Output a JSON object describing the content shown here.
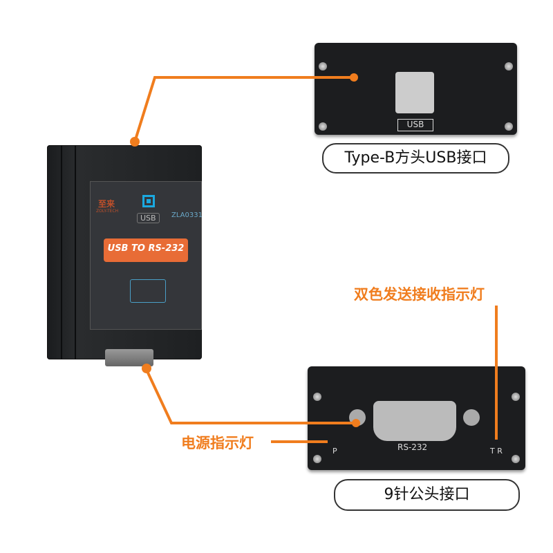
{
  "device": {
    "brand_cn": "至来",
    "brand_en": "ZOLY-TECH",
    "usb_label": "USB",
    "model": "ZLA0331",
    "banner": "USB TO RS-232"
  },
  "usb_panel": {
    "port_label": "USB"
  },
  "db9_panel": {
    "port_label": "RS-232",
    "power_led": "P",
    "tx_rx_leds": "T R"
  },
  "callouts": {
    "usb": "Type-B方头USB接口",
    "db9": "9针公头接口",
    "leds": "双色发送接收指示灯",
    "power": "电源指示灯"
  },
  "colors": {
    "accent": "#f07d1e",
    "banner": "#e86c36"
  }
}
